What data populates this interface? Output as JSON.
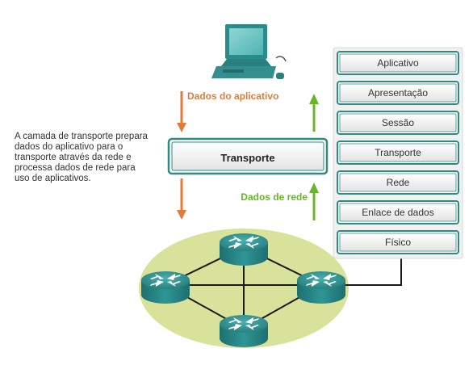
{
  "description_lines": [
    "A camada de transporte prepara",
    "dados do aplicativo para o",
    "transporte através da rede e",
    "processa dados de rede para",
    "uso de aplicativos."
  ],
  "center_label": "Transporte",
  "arrow_labels": {
    "top": "Dados do aplicativo",
    "bottom": "Dados de rede"
  },
  "layers": [
    "Aplicativo",
    "Apresentação",
    "Sessão",
    "Transporte",
    "Rede",
    "Enlace de dados",
    "Físico"
  ],
  "colors": {
    "orange": "#e07b39",
    "green": "#6ab42d",
    "network_area": "#d9e29a",
    "router": "#2a8b8b",
    "box_border": "#2e8b82"
  },
  "icons": {
    "computer": "desktop-computer-icon",
    "router": "router-icon"
  }
}
